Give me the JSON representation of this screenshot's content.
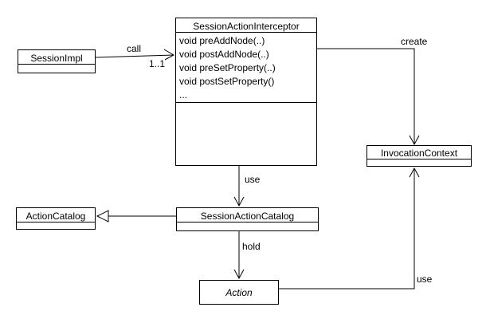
{
  "classes": {
    "session_impl": {
      "name": "SessionImpl"
    },
    "interceptor": {
      "name": "SessionActionInterceptor",
      "methods": [
        "void preAddNode(..)",
        "void postAddNode(..)",
        "void preSetProperty(..)",
        "void postSetProperty()",
        "..."
      ]
    },
    "invocation_context": {
      "name": "InvocationContext"
    },
    "action_catalog": {
      "name": "ActionCatalog"
    },
    "session_action_catalog": {
      "name": "SessionActionCatalog"
    },
    "action": {
      "name": "Action",
      "abstract": true
    }
  },
  "relations": {
    "call": {
      "from": "SessionImpl",
      "to": "SessionActionInterceptor",
      "label": "call",
      "multiplicity": "1..1",
      "type": "association"
    },
    "create": {
      "from": "SessionActionInterceptor",
      "to": "InvocationContext",
      "label": "create",
      "type": "dependency"
    },
    "use_catalog": {
      "from": "SessionActionInterceptor",
      "to": "SessionActionCatalog",
      "label": "use",
      "type": "dependency"
    },
    "generalization": {
      "from": "SessionActionCatalog",
      "to": "ActionCatalog",
      "label": "",
      "type": "generalization"
    },
    "hold": {
      "from": "SessionActionCatalog",
      "to": "Action",
      "label": "hold",
      "type": "dependency"
    },
    "use_context": {
      "from": "Action",
      "to": "InvocationContext",
      "label": "use",
      "type": "dependency"
    }
  },
  "colors": {
    "line": "#000000",
    "text": "#000000",
    "box_fill": "#ffffff",
    "background": "#ffffff"
  }
}
